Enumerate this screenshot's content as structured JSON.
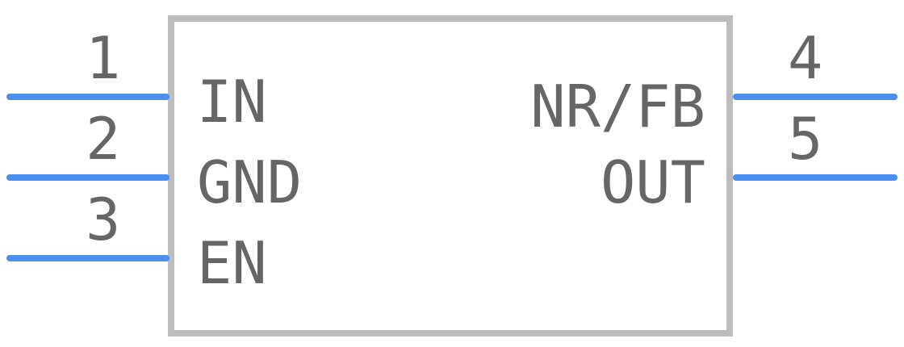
{
  "component": {
    "pins": [
      {
        "number": "1",
        "name": "IN",
        "side": "left"
      },
      {
        "number": "2",
        "name": "GND",
        "side": "left"
      },
      {
        "number": "3",
        "name": "EN",
        "side": "left"
      },
      {
        "number": "4",
        "name": "NR/FB",
        "side": "right"
      },
      {
        "number": "5",
        "name": "OUT",
        "side": "right"
      }
    ]
  },
  "colors": {
    "pin_line": "#4a8ef0",
    "body_outline": "#bdbdbd",
    "text": "#666666",
    "background": "#ffffff"
  }
}
